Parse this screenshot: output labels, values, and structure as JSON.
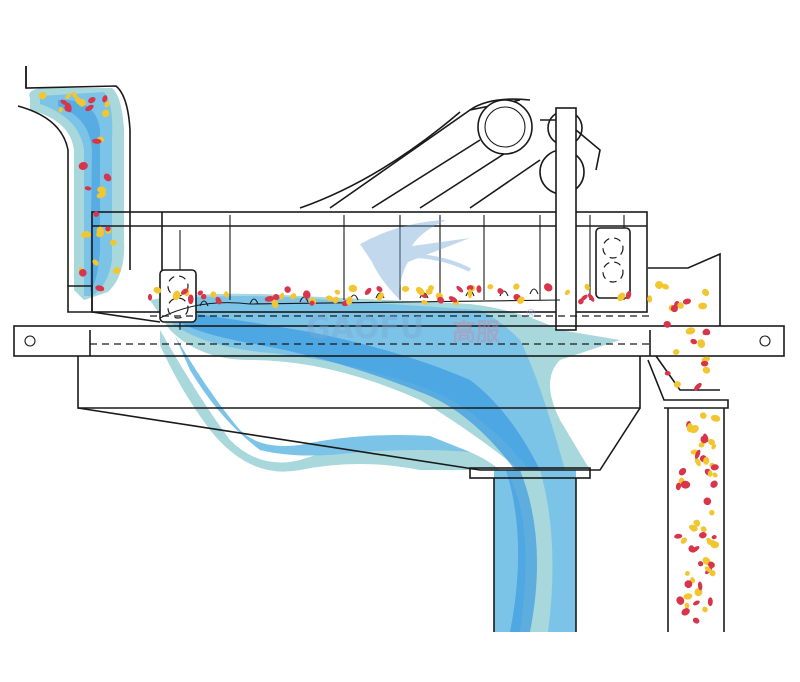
{
  "watermark": {
    "latin": "GAOFU",
    "chinese": "高服",
    "registered": "®"
  },
  "colors": {
    "fluid_light": "#a8d8dc",
    "fluid_mid": "#7cc3e8",
    "fluid_dark": "#3d9de0",
    "particle_red": "#d8344a",
    "particle_yellow": "#f2c631",
    "outline": "#1a1a1a"
  },
  "icons": [
    "screen-machine-diagram",
    "logo-watermark"
  ]
}
